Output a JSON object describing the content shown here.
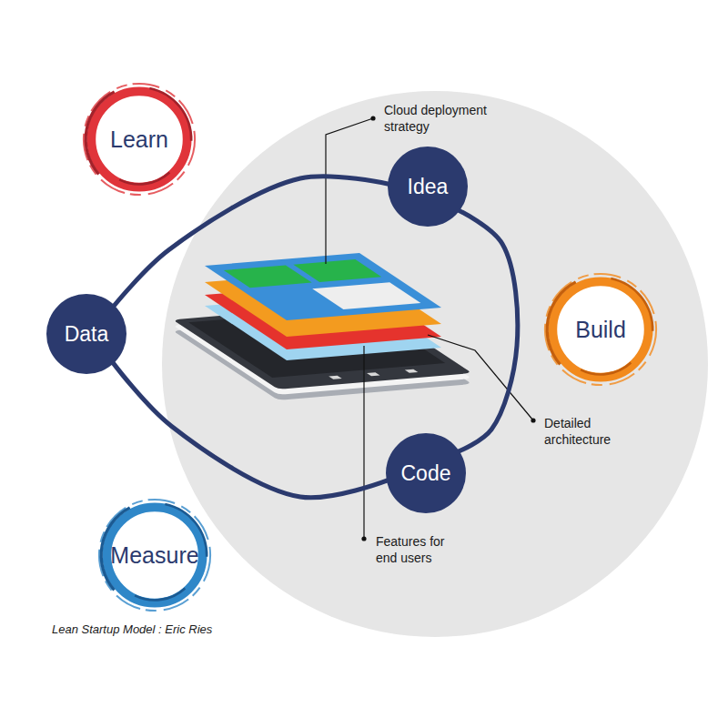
{
  "diagram": {
    "caption": "Lean Startup Model : Eric Ries",
    "nodes": [
      {
        "text": [
          "Learn"
        ]
      },
      {
        "text": [
          "Idea"
        ]
      },
      {
        "text": [
          "Build"
        ]
      },
      {
        "text": [
          "Data"
        ]
      },
      {
        "text": [
          "Code"
        ]
      },
      {
        "text": [
          "Measure"
        ]
      }
    ],
    "edges": [
      {
        "from": 3,
        "to": 1,
        "arrow": "none"
      },
      {
        "from": 1,
        "to": 4,
        "arrow": "none"
      },
      {
        "from": 4,
        "to": 3,
        "arrow": "none"
      }
    ],
    "labels": [
      "Cloud deployment strategy",
      "Detailed architecture",
      "Features for end users"
    ]
  }
}
